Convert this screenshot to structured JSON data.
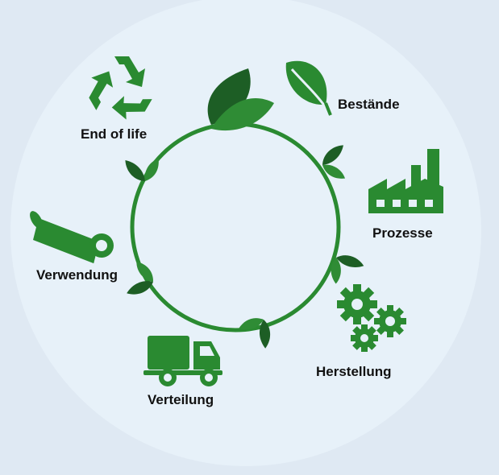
{
  "labels": {
    "end_of_life": "End of life",
    "bestaende": "Bestände",
    "prozesse": "Prozesse",
    "herstellung": "Herstellung",
    "verteilung": "Verteilung",
    "verwendung": "Verwendung"
  },
  "icons": {
    "end_of_life": "recycle-icon",
    "bestaende": "leaf-icon",
    "prozesse": "factory-icon",
    "herstellung": "gears-icon",
    "verteilung": "truck-icon",
    "verwendung": "pipe-icon"
  },
  "colors": {
    "background": "#dfe9f3",
    "disc": "#e7f1f9",
    "green": "#2a8a31",
    "dark_green": "#1d5e25",
    "mid_green": "#2f8c35"
  }
}
